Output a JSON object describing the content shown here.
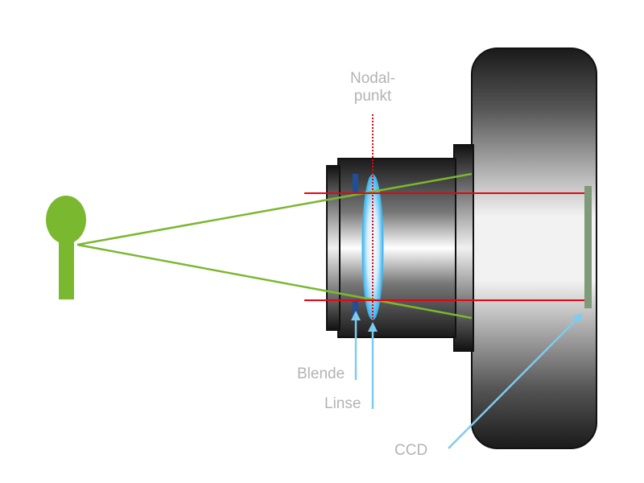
{
  "labels": {
    "nodal_line1": "Nodal-",
    "nodal_line2": "punkt",
    "blende": "Blende",
    "linse": "Linse",
    "ccd": "CCD"
  },
  "colors": {
    "object": "#7ab830",
    "green_ray": "#7ab830",
    "red_ray": "#e30613",
    "nodal_dotted": "#e30613",
    "pointer": "#7ecbf0",
    "aperture": "#1f4e9c",
    "sensor": "#7f9a78",
    "label_text": "#b3b3b3"
  }
}
